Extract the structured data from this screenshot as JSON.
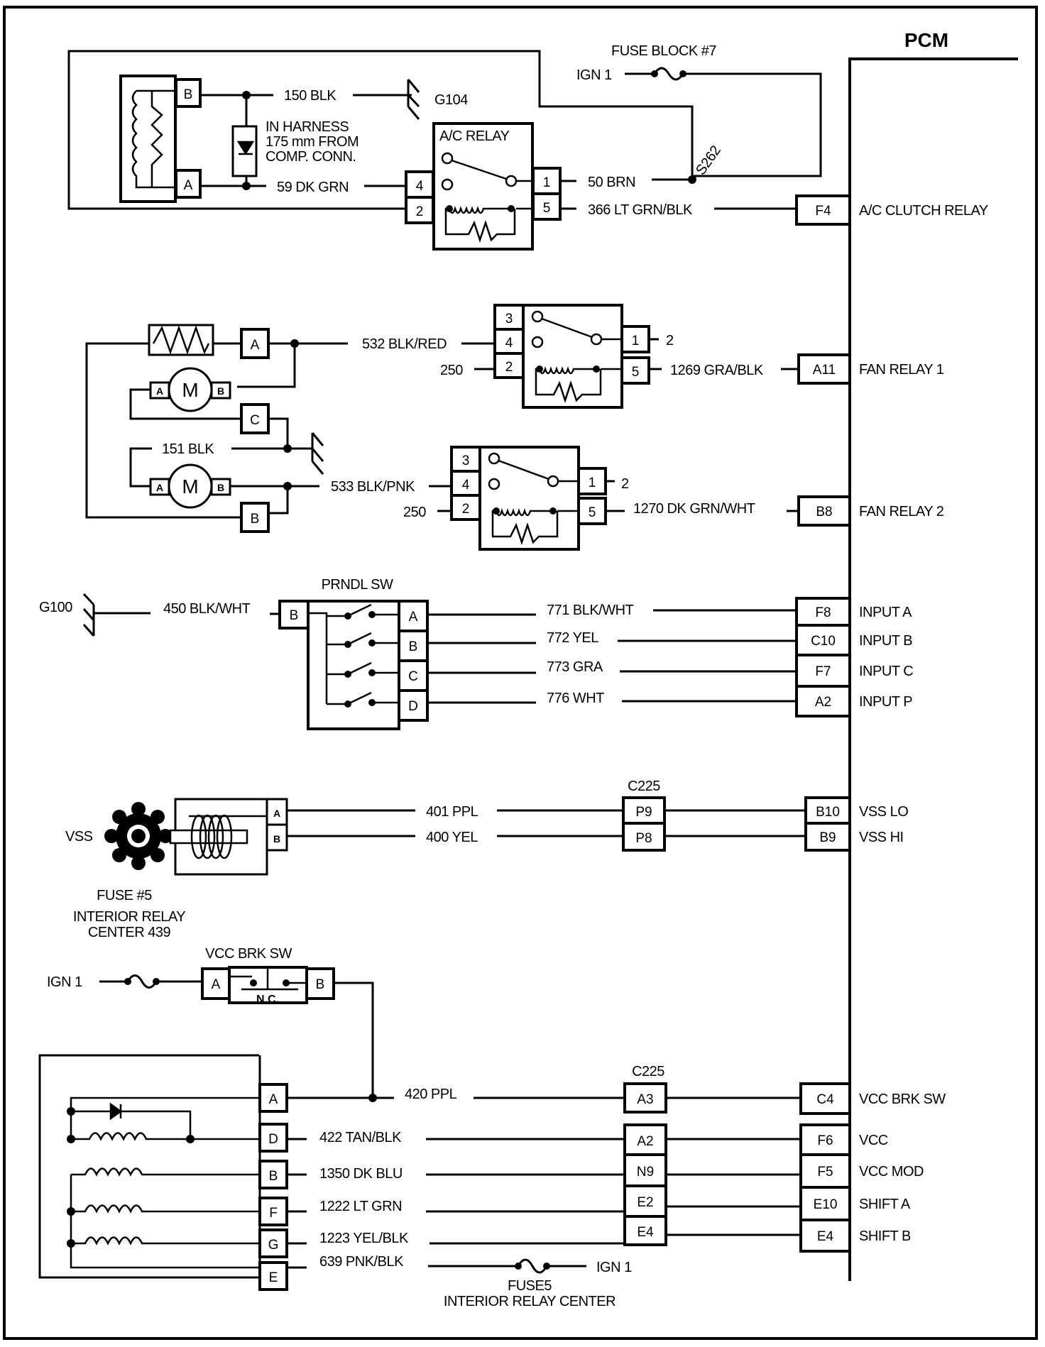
{
  "pcm": {
    "title": "PCM",
    "pins": [
      {
        "pin": "F4",
        "label": "A/C CLUTCH RELAY"
      },
      {
        "pin": "A11",
        "label": "FAN RELAY 1"
      },
      {
        "pin": "B8",
        "label": "FAN RELAY 2"
      },
      {
        "pin": "F8",
        "label": "INPUT A"
      },
      {
        "pin": "C10",
        "label": "INPUT B"
      },
      {
        "pin": "F7",
        "label": "INPUT C"
      },
      {
        "pin": "A2",
        "label": "INPUT P"
      },
      {
        "pin": "B10",
        "label": "VSS LO"
      },
      {
        "pin": "B9",
        "label": "VSS HI"
      },
      {
        "pin": "C4",
        "label": "VCC BRK SW"
      },
      {
        "pin": "F6",
        "label": "VCC"
      },
      {
        "pin": "F5",
        "label": "VCC MOD"
      },
      {
        "pin": "E10",
        "label": "SHIFT A"
      },
      {
        "pin": "E4",
        "label": "SHIFT B"
      }
    ]
  },
  "ac_section": {
    "fuse_block": "FUSE BLOCK #7",
    "ign": "IGN 1",
    "splice": "S262",
    "ground": "G104",
    "compressor_pins": [
      "B",
      "A"
    ],
    "diode_note": [
      "IN HARNESS",
      "175 mm FROM",
      "COMP. CONN."
    ],
    "relay_title": "A/C RELAY",
    "relay_pins": [
      "4",
      "2",
      "1",
      "5"
    ],
    "wires": [
      "150 BLK",
      "59 DK GRN",
      "50 BRN",
      "366 LT GRN/BLK"
    ]
  },
  "fan_section": {
    "resistor_pin": "A",
    "motor_symbol": "M",
    "motor_pins": [
      "A",
      "B"
    ],
    "pin_c": "C",
    "pin_b": "B",
    "wire_151": "151 BLK",
    "relay1": {
      "pins": [
        "3",
        "4",
        "2",
        "1",
        "5"
      ],
      "wire_in": "532 BLK/RED",
      "wire_250": "250",
      "out_2": "2",
      "wire_out": "1269 GRA/BLK"
    },
    "relay2": {
      "pins": [
        "3",
        "4",
        "2",
        "1",
        "5"
      ],
      "wire_in": "533 BLK/PNK",
      "wire_250": "250",
      "out_2": "2",
      "wire_out": "1270 DK GRN/WHT"
    }
  },
  "prndl": {
    "title": "PRNDL SW",
    "ground": "G100",
    "ground_wire": "450 BLK/WHT",
    "in_pin": "B",
    "out_pins": [
      "A",
      "B",
      "C",
      "D"
    ],
    "wires": [
      "771 BLK/WHT",
      "772 YEL",
      "773 GRA",
      "776 WHT"
    ]
  },
  "vss": {
    "label": "VSS",
    "pins": [
      "A",
      "B"
    ],
    "connector": "C225",
    "conn_pins": [
      "P9",
      "P8"
    ],
    "wires": [
      "401 PPL",
      "400 YEL"
    ]
  },
  "vcc_section": {
    "fuse_label": "FUSE #5",
    "fuse_center": [
      "INTERIOR RELAY",
      "CENTER 439"
    ],
    "ign": "IGN 1",
    "switch_title": "VCC BRK SW",
    "switch_pins": [
      "A",
      "B"
    ],
    "switch_nc": "N.C.",
    "connector": "C225",
    "solenoid_pins": [
      "A",
      "D",
      "B",
      "F",
      "G",
      "E"
    ],
    "conn_pins": [
      "A3",
      "A2",
      "N9",
      "E2",
      "E4"
    ],
    "wires": [
      "420 PPL",
      "422 TAN/BLK",
      "1350 DK BLU",
      "1222 LT GRN",
      "1223 YEL/BLK",
      "639 PNK/BLK"
    ],
    "bottom_ign": "IGN 1",
    "bottom_fuse": [
      "FUSE5",
      "INTERIOR RELAY CENTER"
    ]
  }
}
